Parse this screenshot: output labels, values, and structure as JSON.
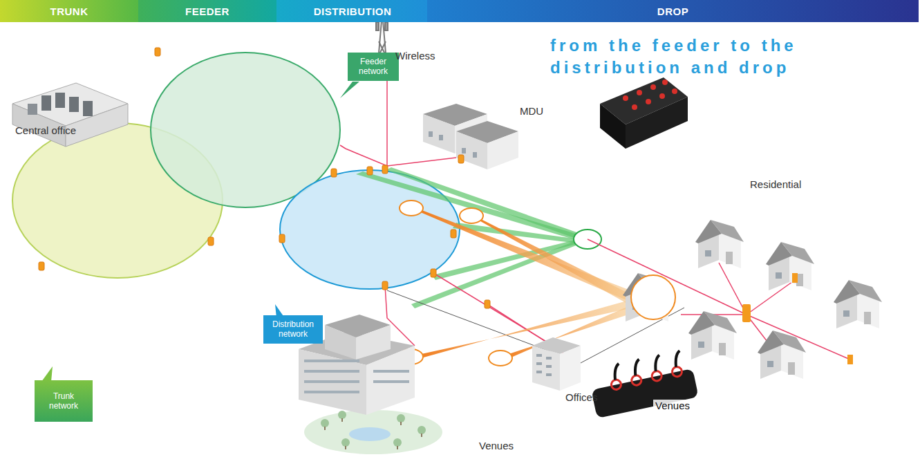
{
  "diagram": {
    "title": "from the feeder to the distribution and drop",
    "nodes": [
      {
        "text": [
          "TRUNK"
        ]
      },
      {
        "text": [
          "FEEDER"
        ]
      },
      {
        "text": [
          "DISTRIBUTION"
        ]
      },
      {
        "text": [
          "DROP"
        ]
      },
      {
        "text": [
          "Feeder network"
        ]
      },
      {
        "text": [
          "Distribution network"
        ]
      },
      {
        "text": [
          "Trunk network"
        ]
      }
    ],
    "labels": [
      "Central office",
      "Wireless",
      "MDU",
      "Residential",
      "Offices",
      "Venues",
      "Venues"
    ]
  }
}
